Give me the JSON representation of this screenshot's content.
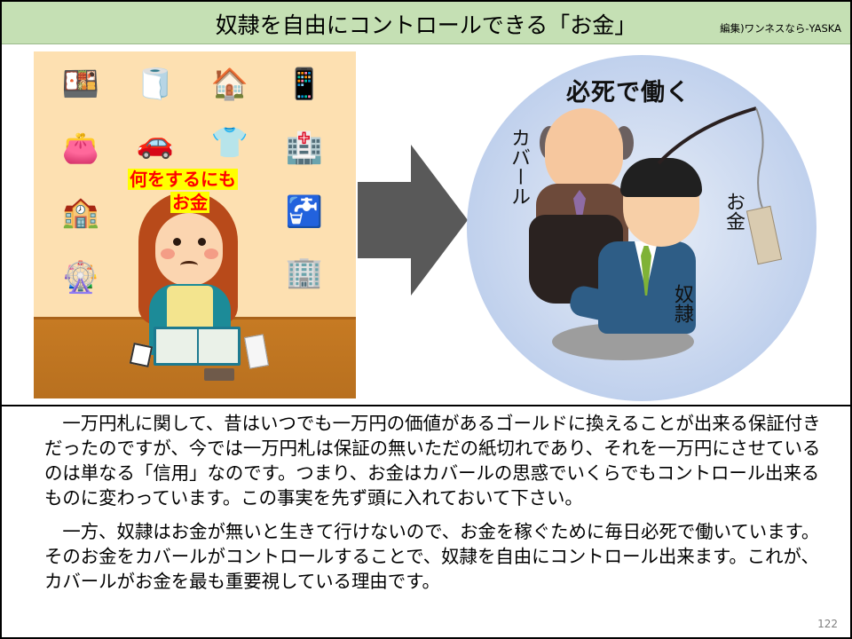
{
  "header": {
    "title": "奴隷を自由にコントロールできる「お金」",
    "credit": "編集)ワンネスなら-YASKA",
    "background_color": "#c5e0b4"
  },
  "left_illustration": {
    "caption_line1": "何をするにも",
    "caption_line2": "お金",
    "caption_text_color": "#ff0000",
    "caption_bg_color": "#ffff00",
    "icons": [
      {
        "name": "meal",
        "glyph": "🍱"
      },
      {
        "name": "cleaning-supplies",
        "glyph": "🧻"
      },
      {
        "name": "house",
        "glyph": "🏠"
      },
      {
        "name": "smartphone",
        "glyph": "📱"
      },
      {
        "name": "wallet-cards",
        "glyph": "👛"
      },
      {
        "name": "car",
        "glyph": "🚗"
      },
      {
        "name": "clothes",
        "glyph": "👕"
      },
      {
        "name": "hospital",
        "glyph": "🏥"
      },
      {
        "name": "school",
        "glyph": "🏫"
      },
      {
        "name": "utilities",
        "glyph": "🚰"
      },
      {
        "name": "ferris-wheel",
        "glyph": "🎡"
      },
      {
        "name": "city-services",
        "glyph": "🏢"
      }
    ]
  },
  "arrow": {
    "color": "#595959"
  },
  "right_illustration": {
    "title": "必死で働く",
    "label_kabal": "カバール",
    "label_money": "お金",
    "label_slave": "奴隷"
  },
  "body": {
    "paragraphs": [
      "一万円札に関して、昔はいつでも一万円の価値があるゴールドに換えることが出来る保証付きだったのですが、今では一万円札は保証の無いただの紙切れであり、それを一万円にさせているのは単なる「信用」なのです。つまり、お金はカバールの思惑でいくらでもコントロール出来るものに変わっています。この事実を先ず頭に入れておいて下さい。",
      "一方、奴隷はお金が無いと生きて行けないので、お金を稼ぐために毎日必死で働いています。そのお金をカバールがコントロールすることで、奴隷を自由にコントロール出来ます。これが、カバールがお金を最も重要視している理由です。"
    ]
  },
  "footer": {
    "page_number": "122"
  }
}
